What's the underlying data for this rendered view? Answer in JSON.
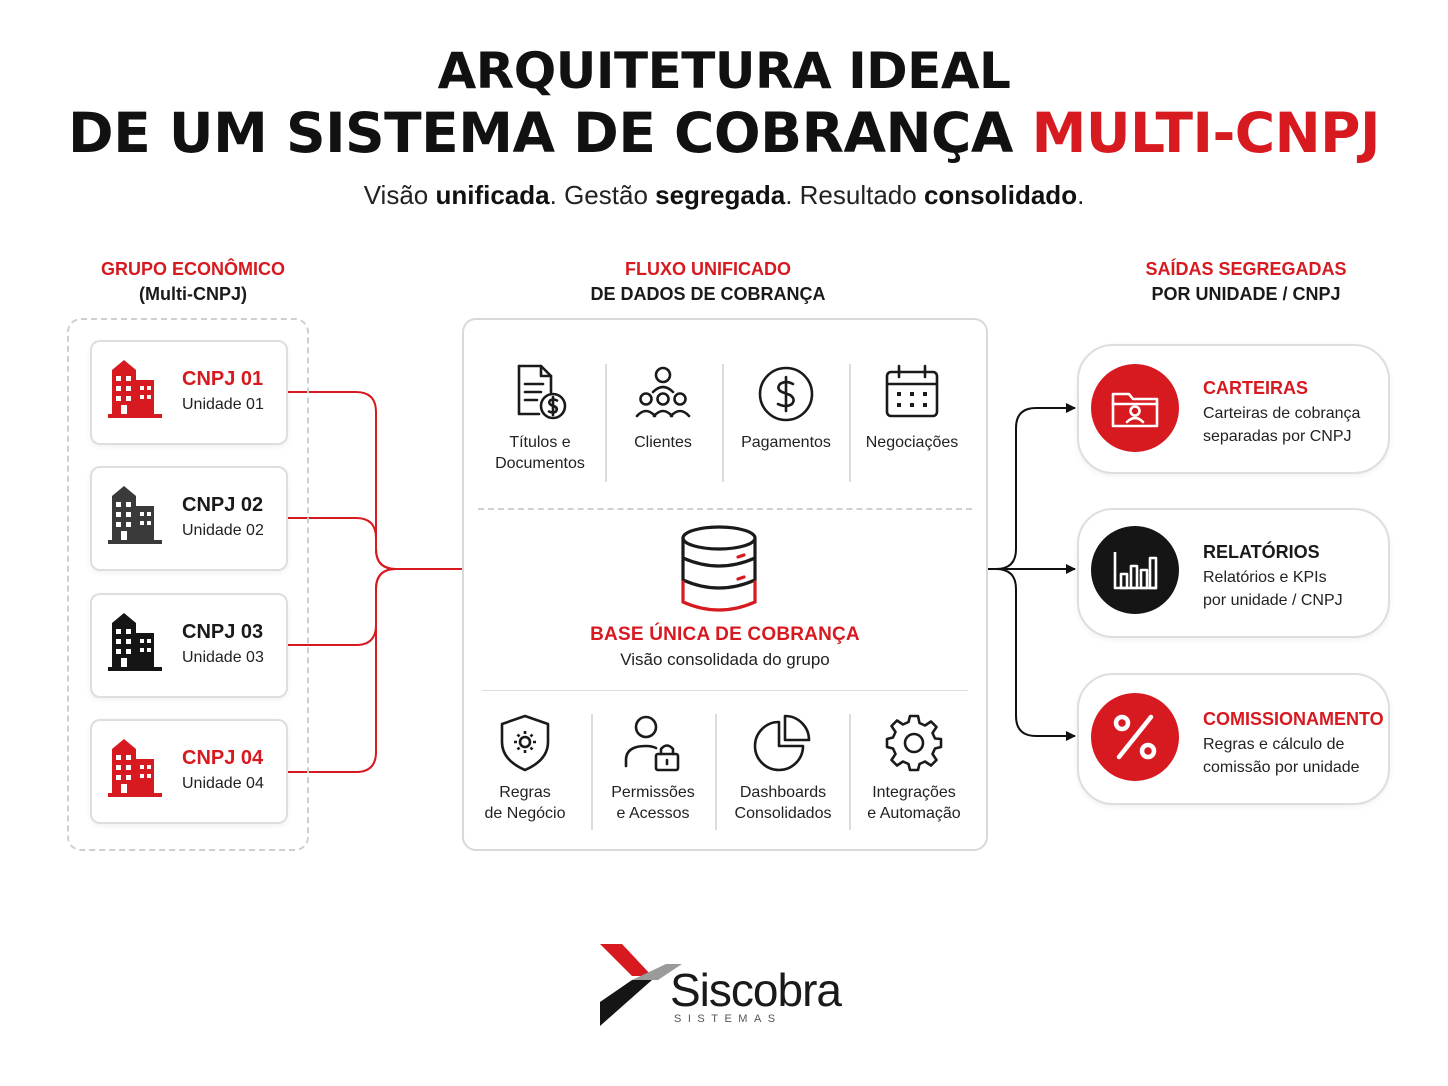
{
  "header": {
    "title_line1": "ARQUITETURA IDEAL",
    "title_line2_prefix": "DE UM SISTEMA DE COBRANÇA ",
    "title_line2_accent": "MULTI-CNPJ",
    "subtitle": [
      {
        "text": "Visão ",
        "bold": false
      },
      {
        "text": "unificada",
        "bold": true
      },
      {
        "text": ". Gestão ",
        "bold": false
      },
      {
        "text": "segregada",
        "bold": true
      },
      {
        "text": ". Resultado ",
        "bold": false
      },
      {
        "text": "consolidado",
        "bold": true
      },
      {
        "text": ".",
        "bold": false
      }
    ]
  },
  "columns": {
    "left": {
      "line1": "GRUPO ECONÔMICO",
      "line2": "(Multi-CNPJ)"
    },
    "center": {
      "line1": "FLUXO UNIFICADO",
      "line2": "DE DADOS DE COBRANÇA"
    },
    "right": {
      "line1": "SAÍDAS SEGREGADAS",
      "line2": "POR UNIDADE / CNPJ"
    }
  },
  "units": [
    {
      "name": "CNPJ 01",
      "unit": "Unidade 01",
      "icon": "building-icon",
      "color": "#d71920"
    },
    {
      "name": "CNPJ 02",
      "unit": "Unidade 02",
      "icon": "building-icon",
      "color": "#3a3a3a"
    },
    {
      "name": "CNPJ 03",
      "unit": "Unidade 03",
      "icon": "building-icon",
      "color": "#151515"
    },
    {
      "name": "CNPJ 04",
      "unit": "Unidade 04",
      "icon": "building-icon",
      "color": "#d71920"
    }
  ],
  "inputs": [
    {
      "line1": "Títulos e",
      "line2": "Documentos",
      "icon": "document-dollar-icon"
    },
    {
      "line1": "Clientes",
      "line2": "",
      "icon": "people-icon"
    },
    {
      "line1": "Pagamentos",
      "line2": "",
      "icon": "dollar-circle-icon"
    },
    {
      "line1": "Negociações",
      "line2": "",
      "icon": "calendar-icon"
    }
  ],
  "database": {
    "title": "BASE ÚNICA DE COBRANÇA",
    "subtitle": "Visão consolidada do grupo",
    "icon": "database-icon"
  },
  "features": [
    {
      "line1": "Regras",
      "line2": "de Negócio",
      "icon": "shield-gear-icon"
    },
    {
      "line1": "Permissões",
      "line2": "e Acessos",
      "icon": "user-lock-icon"
    },
    {
      "line1": "Dashboards",
      "line2": "Consolidados",
      "icon": "pie-chart-icon"
    },
    {
      "line1": "Integrações",
      "line2": "e Automação",
      "icon": "gear-icon"
    }
  ],
  "outputs": [
    {
      "title": "CARTEIRAS",
      "line1": "Carteiras de cobrança",
      "line2": "separadas por CNPJ",
      "icon": "folder-user-icon",
      "color": "#d71920"
    },
    {
      "title": "RELATÓRIOS",
      "line1": "Relatórios e KPIs",
      "line2": "por unidade / CNPJ",
      "icon": "bar-chart-icon",
      "color": "#151515"
    },
    {
      "title": "COMISSIONAMENTO",
      "line1": "Regras e cálculo de",
      "line2": "comissão por unidade",
      "icon": "percent-icon",
      "color": "#d71920"
    }
  ],
  "logo": {
    "name": "Siscobra",
    "tagline": "SISTEMAS"
  },
  "colors": {
    "accent": "#d71920",
    "dark": "#151515"
  }
}
